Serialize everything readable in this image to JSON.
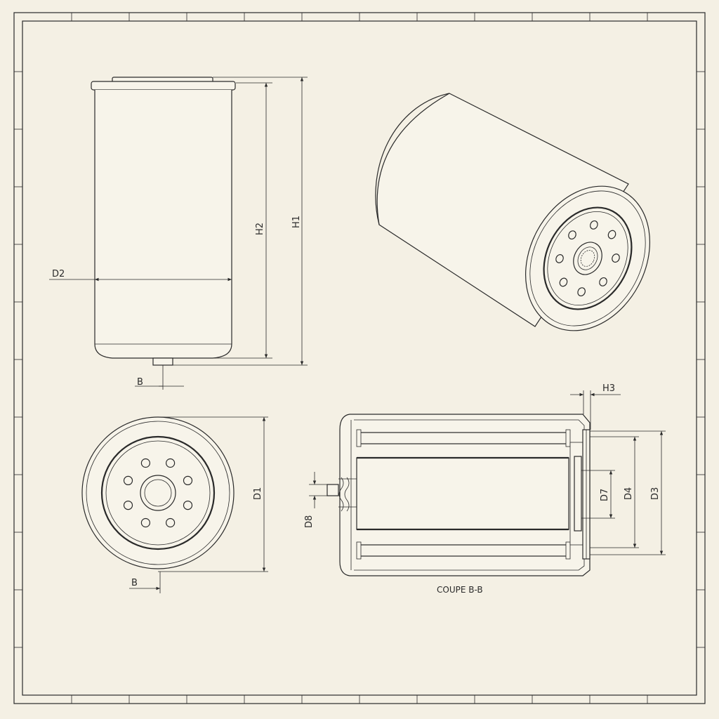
{
  "dimensions": {
    "front": {
      "d2": "D2",
      "h2": "H2",
      "h1": "H1",
      "b": "B"
    },
    "bottom": {
      "d1": "D1",
      "b": "B"
    },
    "section": {
      "h3": "H3",
      "d7": "D7",
      "d4": "D4",
      "d3": "D3",
      "d8": "D8"
    }
  },
  "section_caption": "COUPE B-B",
  "colors": {
    "paper": "#f4f0e4",
    "ink": "#2a2a2a"
  }
}
